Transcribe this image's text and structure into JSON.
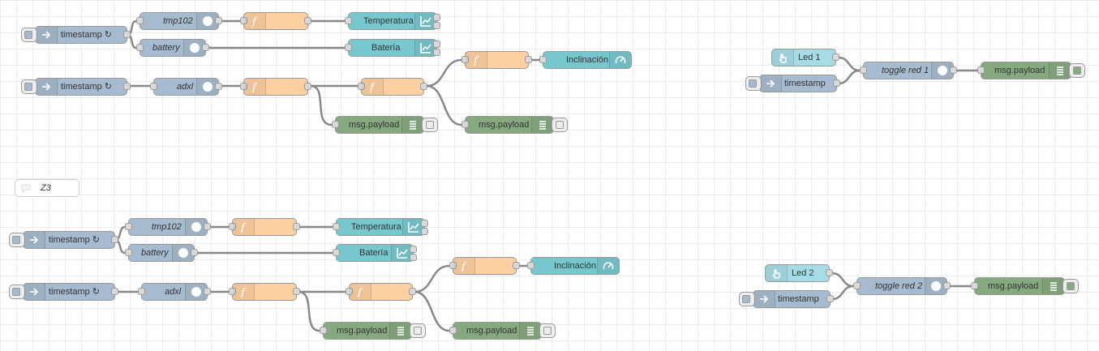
{
  "flows": {
    "group1": {
      "ts1": "timestamp ↻",
      "ts2": "timestamp ↻",
      "tmp102": "tmp102",
      "battery": "battery",
      "adxl": "adxl",
      "temperatura": "Temperatura",
      "bateria": "Batería",
      "inclinacion": "Inclinación",
      "debug1": "msg.payload",
      "debug2": "msg.payload"
    },
    "group2": {
      "ts1": "timestamp ↻",
      "ts2": "timestamp ↻",
      "tmp102": "tmp102",
      "battery": "battery",
      "adxl": "adxl",
      "temperatura": "Temperatura",
      "bateria": "Batería",
      "inclinacion": "Inclinación",
      "debug1": "msg.payload",
      "debug2": "msg.payload"
    },
    "led1": {
      "button": "Led 1",
      "timestamp": "timestamp",
      "toggle": "toggle red 1",
      "debug": "msg.payload"
    },
    "led2": {
      "button": "Led 2",
      "timestamp": "timestamp",
      "toggle": "toggle red 2",
      "debug": "msg.payload"
    },
    "comment": "Z3"
  },
  "colors": {
    "inject": "#a6bbcf",
    "function": "#fdd0a2",
    "ui": "#77c7cf",
    "debug": "#87a980",
    "button": "#a6dce5",
    "wire": "#888888"
  },
  "icons": [
    "arrow-in-icon",
    "globe-icon",
    "function-icon",
    "chart-icon",
    "gauge-icon",
    "list-icon",
    "hand-icon",
    "comment-icon"
  ]
}
